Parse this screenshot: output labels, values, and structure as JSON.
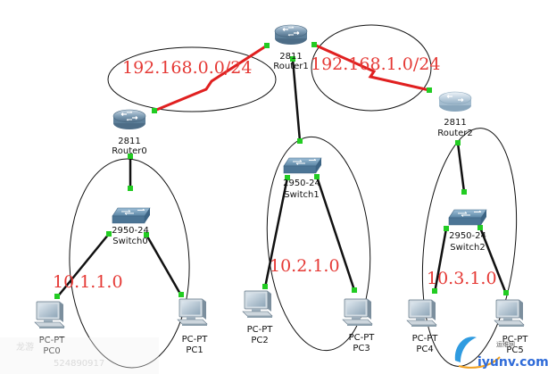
{
  "devices": {
    "router1": {
      "model": "2811",
      "name": "Router1"
    },
    "router0": {
      "model": "2811",
      "name": "Router0"
    },
    "router2": {
      "model": "2811",
      "name": "Router2"
    },
    "switch0": {
      "model": "2950-24",
      "name": "Switch0"
    },
    "switch1": {
      "model": "2950-24",
      "name": "Switch1"
    },
    "switch2": {
      "model": "2950-24",
      "name": "Switch2"
    },
    "pc0": {
      "model": "PC-PT",
      "name": "PC0"
    },
    "pc1": {
      "model": "PC-PT",
      "name": "PC1"
    },
    "pc2": {
      "model": "PC-PT",
      "name": "PC2"
    },
    "pc3": {
      "model": "PC-PT",
      "name": "PC3"
    },
    "pc4": {
      "model": "PC-PT",
      "name": "PC4"
    },
    "pc5": {
      "model": "PC-PT",
      "name": "PC5"
    }
  },
  "networks": {
    "wan_left": "192.168.0.0/24",
    "wan_right": "192.168.1.0/24",
    "lan0": "10.1.1.0",
    "lan1": "10.2.1.0",
    "lan2": "10.3.1.0"
  },
  "watermark": {
    "left_top": "龙游",
    "left_bottom": "524890917",
    "logo_main": "iyunv.com",
    "logo_small": "运维网"
  },
  "colors": {
    "serial_link": "#e02020",
    "ethernet_link": "#111111",
    "port_up": "#22cc22",
    "network_text": "#e53935",
    "router_body": "#6f8fa6",
    "switch_body": "#5f87a3"
  }
}
